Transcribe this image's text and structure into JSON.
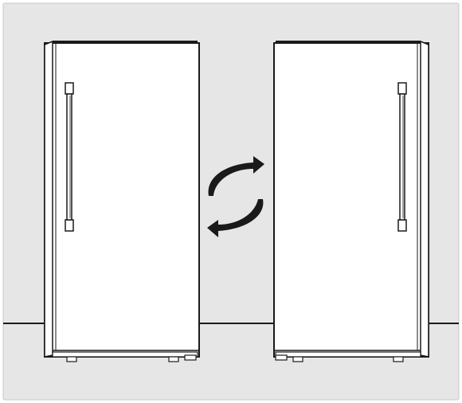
{
  "figure": {
    "background": "#e6e6e6",
    "frame_border": "#c8c8c8",
    "stroke": "#1a1a1a",
    "door_fill": "#ffffff",
    "arrow_fill": "#1a1a1a"
  },
  "scene": {
    "left_unit": {
      "hinge_side": "left",
      "handle_side": "left"
    },
    "right_unit": {
      "hinge_side": "right",
      "handle_side": "right"
    },
    "swap_arrows": {
      "icon": "swap-cycle-arrows"
    }
  }
}
